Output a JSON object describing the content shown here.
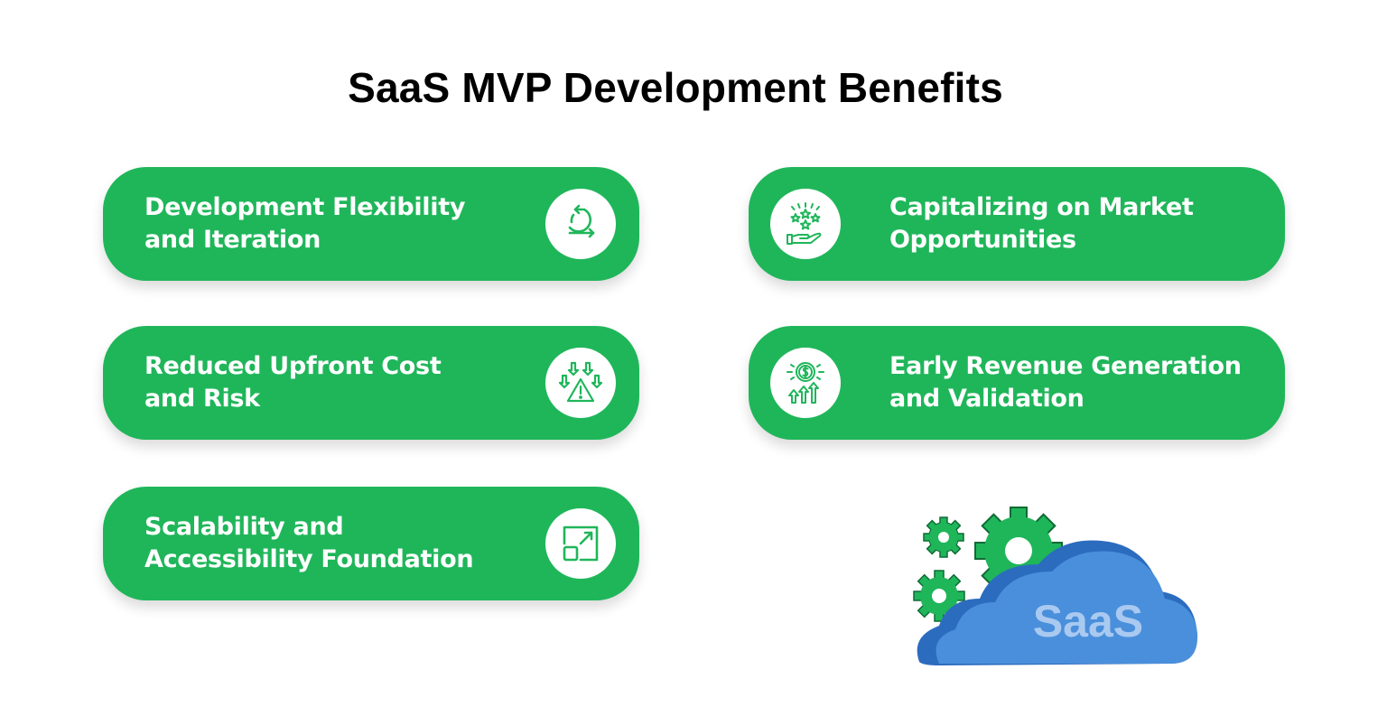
{
  "title": "SaaS MVP Development Benefits",
  "colors": {
    "card_bg": "#1fb65a",
    "card_text": "#ffffff",
    "icon_stroke": "#1fb65a",
    "cloud_blue": "#4a8fdb",
    "cloud_dark": "#2c6cbf",
    "saas_text": "#a9c9f0"
  },
  "benefits_left": [
    {
      "label": "Development Flexibility\nand Iteration",
      "line1": "Development Flexibility",
      "line2": "and Iteration",
      "icon": "iteration-cycle-icon"
    },
    {
      "label": "Reduced Upfront Cost\nand Risk",
      "line1": "Reduced Upfront Cost",
      "line2": "and Risk",
      "icon": "risk-warning-icon"
    },
    {
      "label": "Scalability and\nAccessibility Foundation",
      "line1": "Scalability and",
      "line2": "Accessibility Foundation",
      "icon": "scale-expand-icon"
    }
  ],
  "benefits_right": [
    {
      "label": "Capitalizing on Market\nOpportunities",
      "line1": "Capitalizing on Market",
      "line2": "Opportunities",
      "icon": "hand-stars-icon"
    },
    {
      "label": "Early Revenue Generation\nand Validation",
      "line1": "Early Revenue Generation",
      "line2": "and Validation",
      "icon": "revenue-growth-icon"
    }
  ],
  "illustration": {
    "text": "SaaS"
  }
}
